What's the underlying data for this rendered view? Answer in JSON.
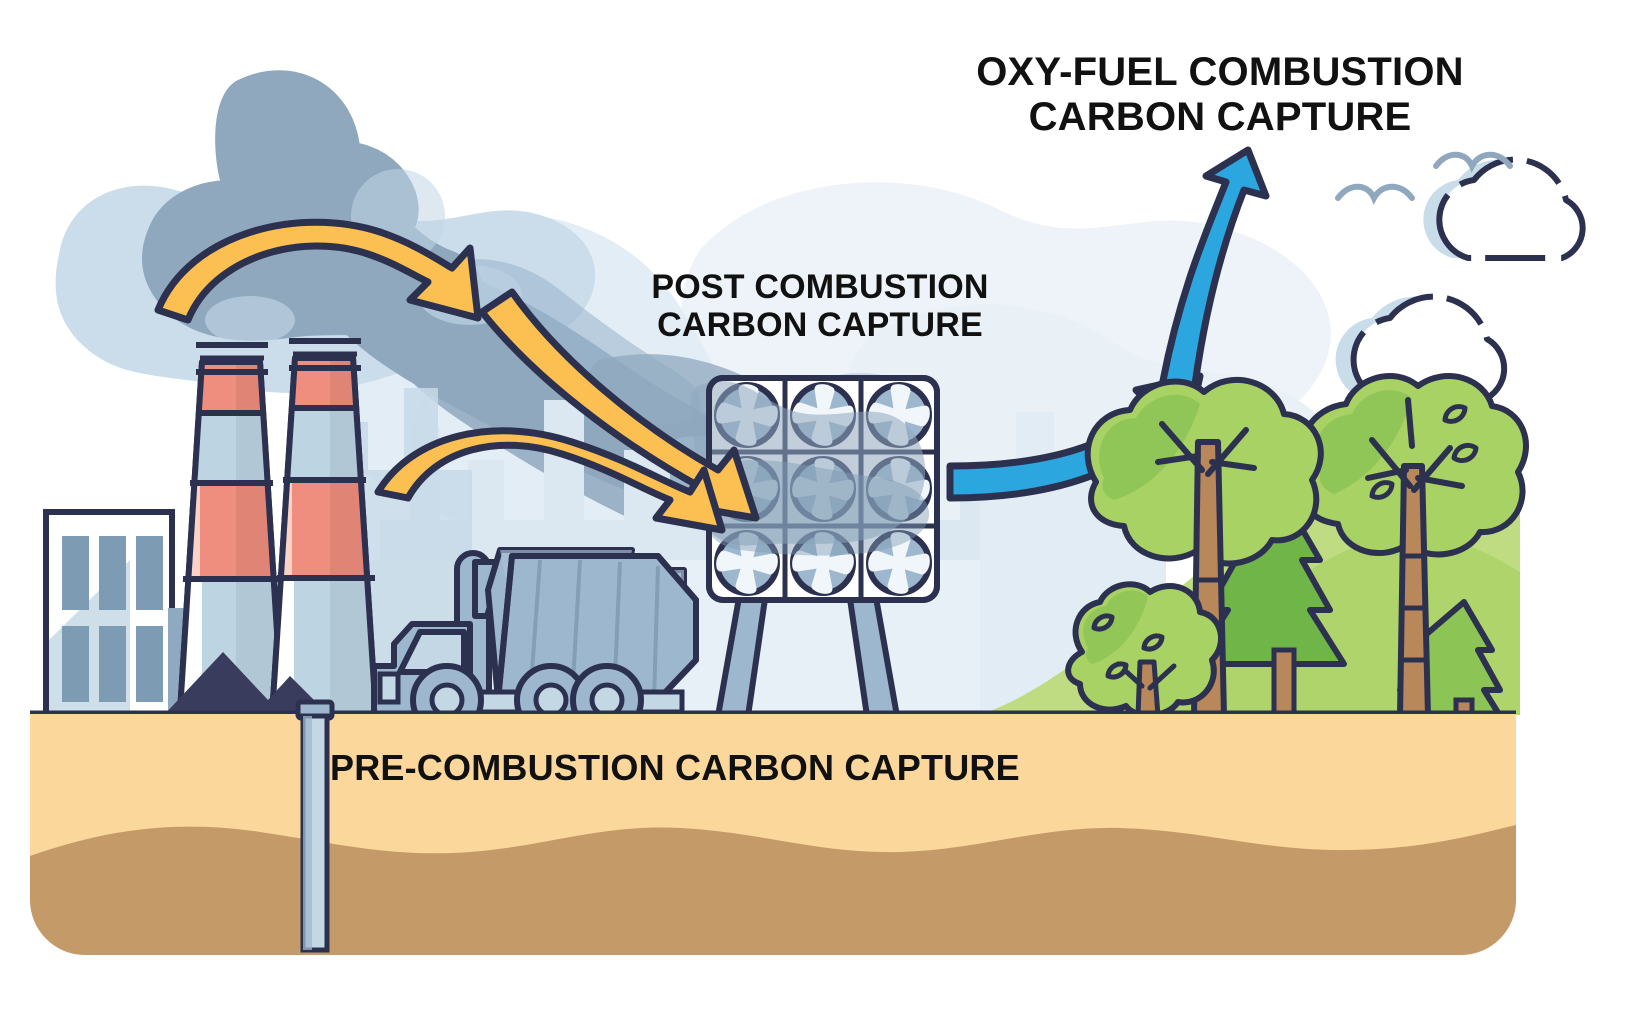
{
  "diagram": {
    "title_oxy": "OXY-FUEL COMBUSTION\nCARBON CAPTURE",
    "title_post": "POST COMBUSTION\nCARBON CAPTURE",
    "title_pre": "PRE-COMBUSTION CARBON CAPTURE",
    "labels": {
      "oxy_line1": "OXY-FUEL COMBUSTION",
      "oxy_line2": "CARBON CAPTURE",
      "post_line1": "POST COMBUSTION",
      "post_line2": "CARBON CAPTURE",
      "pre": "PRE-COMBUSTION CARBON CAPTURE"
    },
    "icons": [
      "smokestack-icon",
      "factory-building-icon",
      "coal-pile-icon",
      "dump-truck-icon",
      "fan-array-icon",
      "tree-icon",
      "conifer-icon",
      "cloud-icon",
      "bird-icon",
      "smoke-plume-icon",
      "well-pipe-icon",
      "arrow-curved-yellow-icon",
      "arrow-curved-blue-icon",
      "city-skyline-icon"
    ],
    "colors": {
      "outline": "#2D3150",
      "yellow_arrow": "#FBBF52",
      "blue_arrow": "#2BA6DE",
      "smoke_dark": "#8FA8BE",
      "smoke_light": "#C9DCE9",
      "smoke_faint": "#E7EFF5",
      "stack_red": "#EF8D7E",
      "stack_red_light": "#FAD2C8",
      "stack_blue": "#BDD4E3",
      "stack_white": "#FFFFFF",
      "metal_blue": "#9DB8CE",
      "metal_blue_dark": "#7E9BB4",
      "metal_blue_light": "#C3D7E5",
      "coal": "#3A3C5E",
      "soil_top": "#FBD79B",
      "soil_bottom": "#C49A68",
      "grass_light": "#BFDC82",
      "leaf_light": "#A8D263",
      "leaf_mid": "#8CC455",
      "leaf_dark": "#6FB548",
      "trunk": "#B8875A",
      "city": "#DCE8F1"
    },
    "counts": {
      "smokestacks": 2,
      "fan_rows": 3,
      "fan_cols": 3,
      "fans_total": 9,
      "clouds": 2,
      "birds": 2,
      "yellow_arrows": 3,
      "blue_arrows": 2
    }
  }
}
